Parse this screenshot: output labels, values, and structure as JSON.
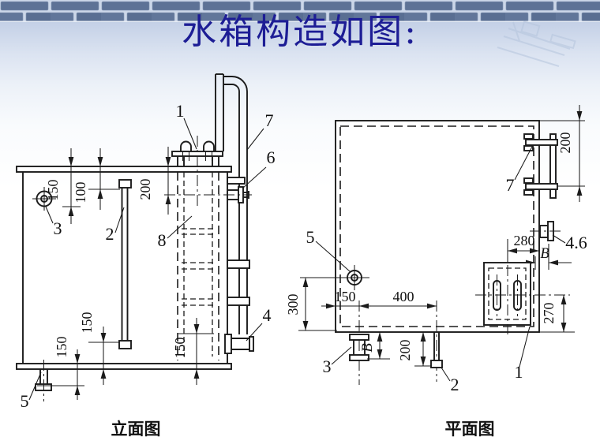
{
  "slide": {
    "title": "水箱构造如图:"
  },
  "elevation": {
    "caption": "立面图",
    "parts": {
      "n1": "1",
      "n2": "2",
      "n3": "3",
      "n4": "4",
      "n5": "5",
      "n6": "6",
      "n7": "7",
      "n8": "8"
    },
    "dims": {
      "top150": "150",
      "top100": "100",
      "top200": "200",
      "bot150a": "150",
      "bot150b": "150",
      "bot150c": "150"
    }
  },
  "plan": {
    "caption": "平面图",
    "parts": {
      "n1": "1",
      "n2": "2",
      "n3": "3",
      "n5": "5",
      "n7": "7",
      "n46": "4.6"
    },
    "dims": {
      "right200": "200",
      "d280": "280",
      "bTop": "B",
      "d150": "150",
      "d400": "400",
      "d300": "300",
      "bBottom": "B",
      "d200": "200",
      "d270": "270"
    }
  }
}
